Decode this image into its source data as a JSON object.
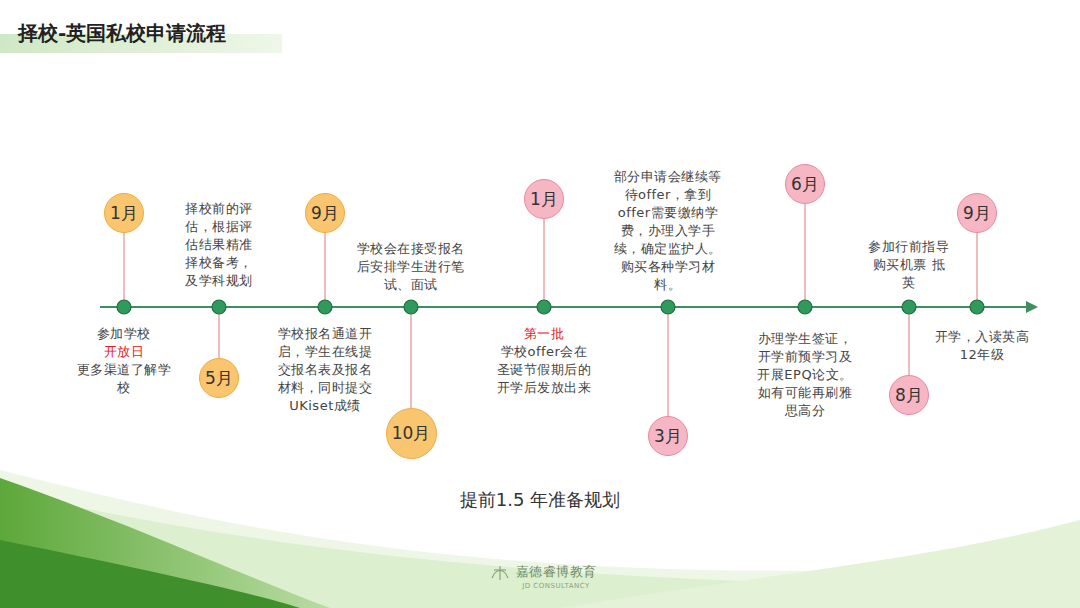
{
  "diagram": {
    "title": "择校-英国私校申请流程",
    "caption": "提前1.5 年准备规划",
    "nodes": [
      {
        "text": [
          "1月"
        ]
      },
      {
        "text": [
          "5月"
        ]
      },
      {
        "text": [
          "9月"
        ]
      },
      {
        "text": [
          "10月"
        ]
      },
      {
        "text": [
          "1月"
        ]
      },
      {
        "text": [
          "3月"
        ]
      },
      {
        "text": [
          "6月"
        ]
      },
      {
        "text": [
          "8月"
        ]
      },
      {
        "text": [
          "9月"
        ]
      }
    ],
    "labels": [
      "参加学校",
      "开放日",
      "更多渠道了解学校",
      "择校前的评估，根据评估结果精准择校备考，及学科规划",
      "学校报名通道开启，学生在线提交报名表及报名材料，同时提交UKiset成绩",
      "学校会在接受报名后安排学生进行笔试、面试",
      "第一批",
      "学校offer会在圣诞节假期后的开学后发放出来",
      "部分申请会继续等待offer，拿到offer需要缴纳学费，办理入学手续，确定监护人。购买各种学习材料。",
      "办理学生签证，开学前预学习及开展EPQ论文。如有可能再刷雅思高分",
      "参加行前指导 购买机票 抵英",
      "开学，入读英高12年级",
      "嘉德睿博教育",
      "JD CONSULTANCY"
    ]
  }
}
